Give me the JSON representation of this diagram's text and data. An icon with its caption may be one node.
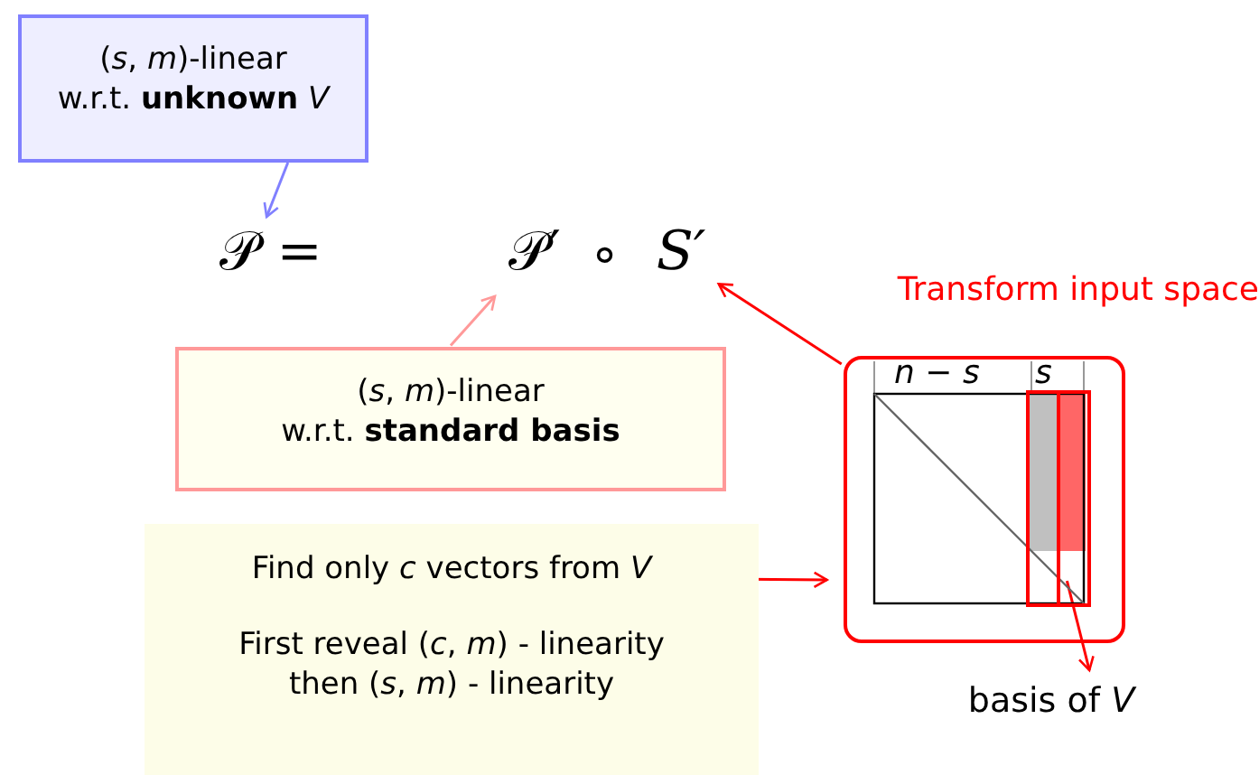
{
  "diagram": {
    "nodes": [
      {
        "text": [
          "(*s*, *m*)-linear w.r.t. **unknown** *V*"
        ]
      },
      {
        "text": [
          "𝒫 ="
        ]
      },
      {
        "text": [
          "𝒫′"
        ]
      },
      {
        "text": [
          "S′"
        ]
      },
      {
        "text": [
          "(*s*, *m*)-linear w.r.t. **standard basis**"
        ]
      },
      {
        "text": [
          "Find only *c* vectors from *V*",
          "First reveal (*c*, *m*) - linearity then (*s*, *m*) - linearity"
        ]
      },
      {
        "text": [
          "Transform input space"
        ]
      },
      {
        "text": [],
        "shape": "box",
        "in": 6
      },
      {
        "text": [],
        "shape": "box",
        "in": 6
      },
      {
        "text": [
          "basis of *V*"
        ]
      }
    ],
    "edges": [
      {
        "from": 0,
        "to": 1,
        "arrow": "to",
        "color": "#8080ff"
      },
      {
        "from": 4,
        "to": 2,
        "arrow": "to",
        "color": "#ff9999"
      },
      {
        "from": 6,
        "to": 3,
        "arrow": "to"
      },
      {
        "from": 5,
        "to": 6,
        "arrow": "to"
      },
      {
        "from": 8,
        "to": 9,
        "arrow": "to"
      }
    ],
    "labels": [
      "∘",
      "*n* − *s*",
      "s"
    ]
  }
}
